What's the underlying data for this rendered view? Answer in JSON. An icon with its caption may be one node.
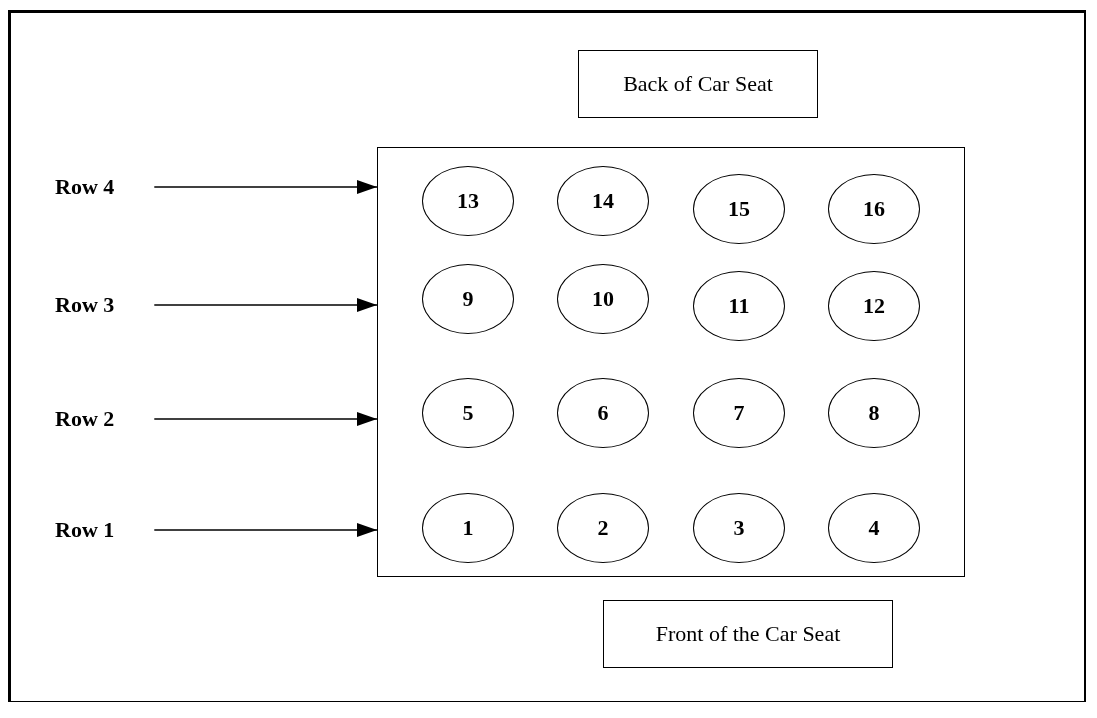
{
  "diagram": {
    "nodes": [
      {
        "text": [
          "Back of Car Seat"
        ]
      },
      {
        "text": [
          "Row 4"
        ]
      },
      {
        "text": [
          "Row 3"
        ]
      },
      {
        "text": [
          "Row 2"
        ]
      },
      {
        "text": [
          "Row 1"
        ]
      },
      {
        "text": [],
        "shape": "box"
      },
      {
        "text": [
          "13"
        ],
        "in": 5
      },
      {
        "text": [
          "14"
        ],
        "in": 5
      },
      {
        "text": [
          "15"
        ],
        "in": 5
      },
      {
        "text": [
          "16"
        ],
        "in": 5
      },
      {
        "text": [
          "9"
        ],
        "in": 5
      },
      {
        "text": [
          "10"
        ],
        "in": 5
      },
      {
        "text": [
          "11"
        ],
        "in": 5
      },
      {
        "text": [
          "12"
        ],
        "in": 5
      },
      {
        "text": [
          "5"
        ],
        "in": 5
      },
      {
        "text": [
          "6"
        ],
        "in": 5
      },
      {
        "text": [
          "7"
        ],
        "in": 5
      },
      {
        "text": [
          "8"
        ],
        "in": 5
      },
      {
        "text": [
          "1"
        ],
        "in": 5
      },
      {
        "text": [
          "2"
        ],
        "in": 5
      },
      {
        "text": [
          "3"
        ],
        "in": 5
      },
      {
        "text": [
          "4"
        ],
        "in": 5
      },
      {
        "text": [
          "Front of the Car Seat"
        ]
      }
    ],
    "edges": [
      {
        "from": 1,
        "to": 5,
        "arrow": "to"
      },
      {
        "from": 2,
        "to": 5,
        "arrow": "to"
      },
      {
        "from": 3,
        "to": 5,
        "arrow": "to"
      },
      {
        "from": 4,
        "to": 5,
        "arrow": "to"
      }
    ]
  }
}
